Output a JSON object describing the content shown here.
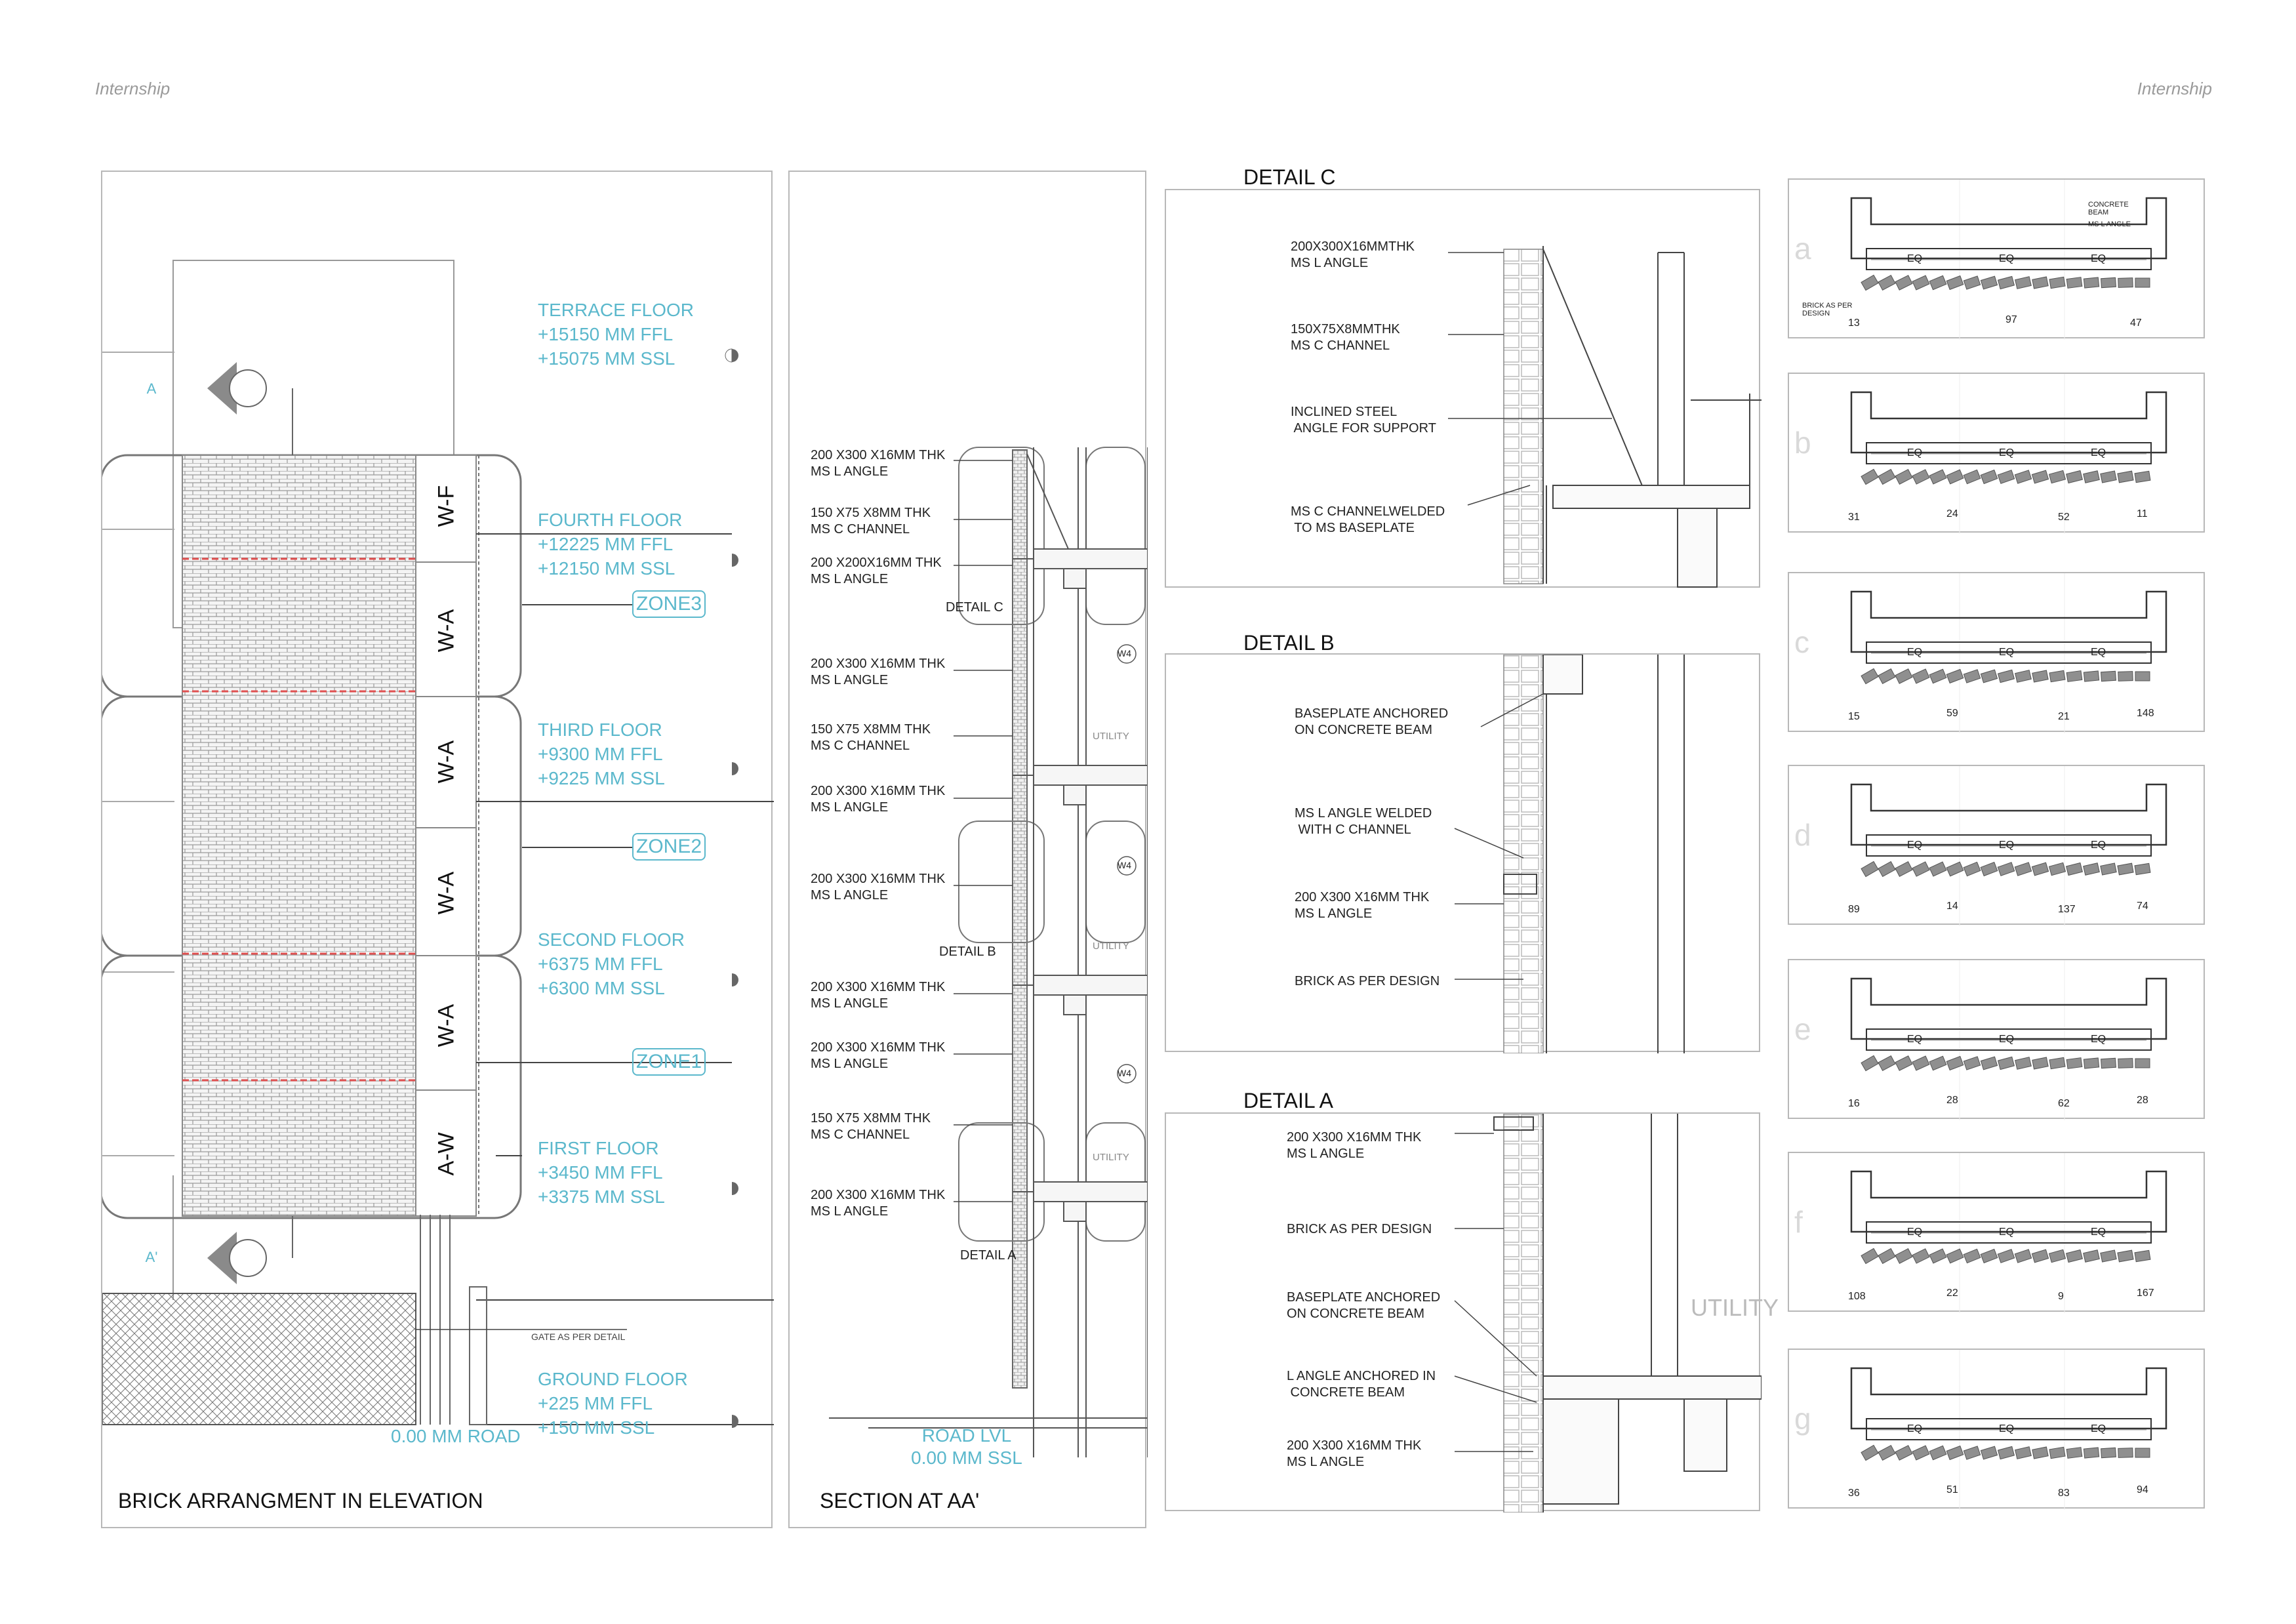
{
  "header": {
    "left": "Internship",
    "right": "Internship"
  },
  "elevation": {
    "title": "BRICK ARRANGMENT IN ELEVATION",
    "levels": [
      {
        "name": "TERRACE FLOOR",
        "ffl": "+15150 MM FFL",
        "ssl": "+15075 MM SSL"
      },
      {
        "name": "FOURTH FLOOR",
        "ffl": "+12225 MM FFL",
        "ssl": "+12150 MM SSL"
      },
      {
        "name": "THIRD FLOOR",
        "ffl": "+9300 MM FFL",
        "ssl": "+9225 MM SSL"
      },
      {
        "name": "SECOND FLOOR",
        "ffl": "+6375 MM FFL",
        "ssl": "+6300 MM SSL"
      },
      {
        "name": "FIRST FLOOR",
        "ffl": "+3450 MM FFL",
        "ssl": "+3375 MM SSL"
      },
      {
        "name": "GROUND FLOOR",
        "ffl": "+225 MM FFL",
        "ssl": "+150 MM SSL"
      }
    ],
    "zones": [
      "ZONE3",
      "ZONE2",
      "ZONE1"
    ],
    "wall_labels": [
      "W-F",
      "W-A",
      "W-A",
      "W-A",
      "W-A",
      "A-W"
    ],
    "section_marks": [
      "A",
      "A'"
    ],
    "road": "0.00 MM ROAD",
    "gate_note": "GATE AS PER DETAIL"
  },
  "section": {
    "title": "SECTION AT AA'",
    "notes": [
      "200 X300 X16MM THK\nMS L ANGLE",
      "150 X75 X8MM THK\nMS C CHANNEL",
      "200 X200X16MM THK\nMS L ANGLE",
      "200 X300 X16MM THK\nMS L ANGLE",
      "150 X75 X8MM THK\nMS C CHANNEL",
      "200 X300 X16MM THK\nMS L ANGLE",
      "200 X300 X16MM THK\nMS L ANGLE",
      "200 X300 X16MM THK\nMS L ANGLE",
      "200 X300 X16MM THK\nMS L ANGLE",
      "150 X75 X8MM THK\nMS C CHANNEL",
      "200 X300 X16MM THK\nMS L ANGLE"
    ],
    "detail_refs": [
      "DETAIL C",
      "DETAIL B",
      "DETAIL A"
    ],
    "room_tags": [
      "W4",
      "W4",
      "W4"
    ],
    "room_names": [
      "UTILITY",
      "UTILITY",
      "UTILITY"
    ],
    "road_lvl": "ROAD LVL",
    "road_ssl": "0.00 MM SSL"
  },
  "details": [
    {
      "title": "DETAIL C",
      "notes": [
        "200X300X16MMTHK\nMS L ANGLE",
        "150X75X8MMTHK\nMS C CHANNEL",
        "INCLINED STEEL\n ANGLE FOR SUPPORT",
        "MS C CHANNELWELDED\n TO MS BASEPLATE"
      ]
    },
    {
      "title": "DETAIL B",
      "notes": [
        "BASEPLATE ANCHORED\nON CONCRETE BEAM",
        "MS L ANGLE WELDED\n WITH C CHANNEL",
        "200 X300 X16MM THK\nMS L ANGLE",
        "BRICK AS PER DESIGN"
      ]
    },
    {
      "title": "DETAIL A",
      "notes": [
        "200 X300 X16MM THK\nMS L ANGLE",
        "BRICK AS PER DESIGN",
        "BASEPLATE ANCHORED\nON CONCRETE BEAM",
        "L ANGLE ANCHORED IN\n CONCRETE BEAM",
        "200 X300 X16MM THK\nMS L ANGLE"
      ],
      "room": "UTILITY"
    }
  ],
  "patterns": [
    {
      "letter": "a",
      "eq": [
        "EQ",
        "EQ",
        "EQ"
      ],
      "numbers": [
        "13",
        "97",
        "47"
      ],
      "notes": [
        "CONCRETE\nBEAM",
        "MS L ANGLE",
        "BRICK AS PER\nDESIGN"
      ]
    },
    {
      "letter": "b",
      "eq": [
        "EQ",
        "EQ",
        "EQ"
      ],
      "numbers": [
        "31",
        "24",
        "52",
        "11"
      ]
    },
    {
      "letter": "c",
      "eq": [
        "EQ",
        "EQ",
        "EQ"
      ],
      "numbers": [
        "15",
        "59",
        "21",
        "148"
      ]
    },
    {
      "letter": "d",
      "eq": [
        "EQ",
        "EQ",
        "EQ"
      ],
      "numbers": [
        "89",
        "14",
        "137",
        "74"
      ]
    },
    {
      "letter": "e",
      "eq": [
        "EQ",
        "EQ",
        "EQ"
      ],
      "numbers": [
        "16",
        "28",
        "62",
        "28"
      ]
    },
    {
      "letter": "f",
      "eq": [
        "EQ",
        "EQ",
        "EQ"
      ],
      "numbers": [
        "108",
        "22",
        "9",
        "167"
      ]
    },
    {
      "letter": "g",
      "eq": [
        "EQ",
        "EQ",
        "EQ"
      ],
      "numbers": [
        "36",
        "51",
        "83",
        "94"
      ]
    }
  ],
  "colors": {
    "accent": "#5bb8cc",
    "red_line": "#e05050",
    "frame": "#b8b8b8"
  }
}
